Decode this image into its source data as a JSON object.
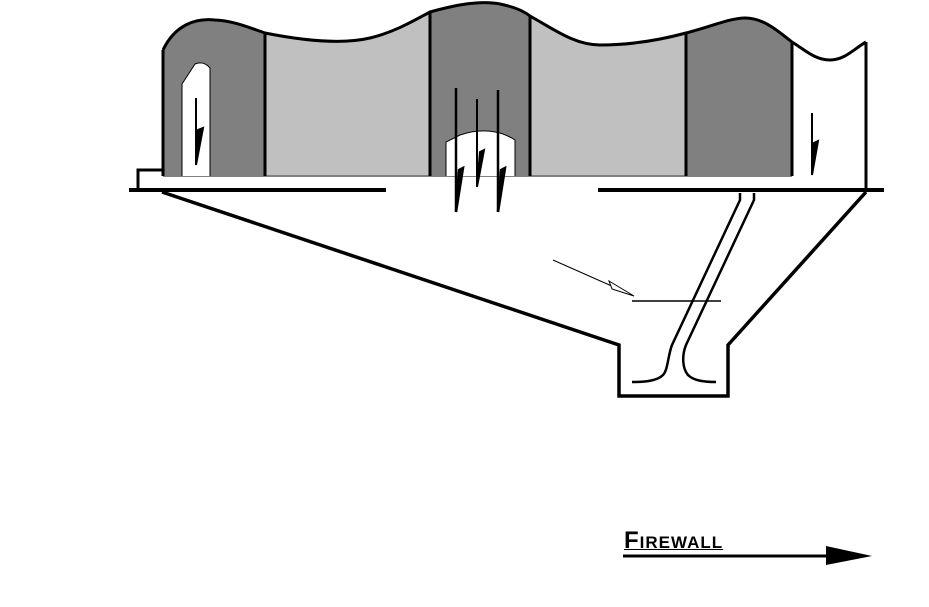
{
  "diagram": {
    "type": "cutaway-side-view",
    "subject": "airbox plenum with intake runners and velocity stacks",
    "colors": {
      "background": "#ffffff",
      "stroke": "#000000",
      "dark_fill": "#808080",
      "light_fill": "#c0c0c0"
    },
    "panels": [
      {
        "name": "panel-1",
        "shade": "dark",
        "has_stack_opening": true,
        "stack_count": 1
      },
      {
        "name": "panel-2",
        "shade": "light",
        "has_stack_opening": false,
        "stack_count": 0
      },
      {
        "name": "panel-3",
        "shade": "dark",
        "has_stack_opening": true,
        "stack_count": 3
      },
      {
        "name": "panel-4",
        "shade": "light",
        "has_stack_opening": false,
        "stack_count": 0
      },
      {
        "name": "panel-5",
        "shade": "dark",
        "has_stack_opening": false,
        "stack_count": 0
      },
      {
        "name": "panel-6",
        "shade": "white",
        "has_stack_opening": false,
        "stack_count": 1
      }
    ],
    "parts": {
      "plenum_floor": "horizontal base plate with gap in center",
      "funnel": "tapered lower plenum leading to outlet box",
      "drain_tube": "angled tube from base plate to outlet",
      "pointer_arrow": "thin outlined arrow pointing at horizontal reference line"
    }
  },
  "legend": {
    "direction_label": "Firewall",
    "direction_arrow": "arrow-right"
  }
}
